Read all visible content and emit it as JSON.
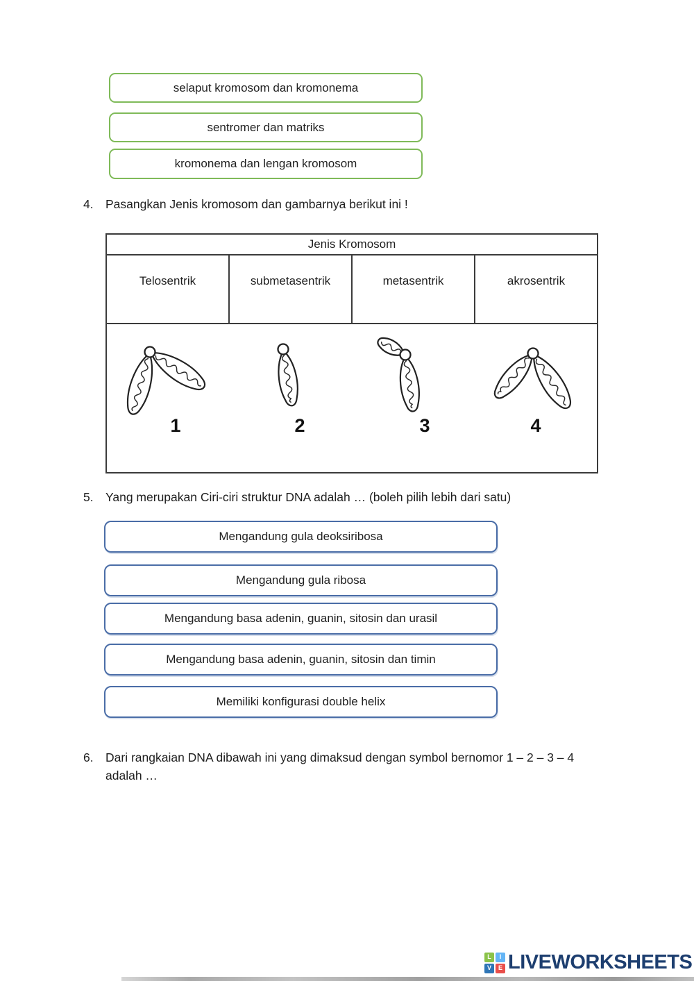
{
  "green_options": {
    "border_color": "#7fba59",
    "items": [
      {
        "label": "selaput kromosom dan kromonema"
      },
      {
        "label": "sentromer dan matriks"
      },
      {
        "label": "kromonema dan lengan kromosom"
      }
    ]
  },
  "question4": {
    "number": "4.",
    "text": "Pasangkan Jenis kromosom dan gambarnya  berikut ini !",
    "table": {
      "header": "Jenis Kromosom",
      "columns": [
        "Telosentrik",
        "submetasentrik",
        "metasentrik",
        "akrosentrik"
      ],
      "figure_labels": [
        "1",
        "2",
        "3",
        "4"
      ]
    }
  },
  "question5": {
    "number": "5.",
    "text": "Yang merupakan Ciri-ciri struktur DNA adalah … (boleh pilih lebih dari satu)",
    "border_color": "#4a6da7",
    "options": [
      "Mengandung gula deoksiribosa",
      "Mengandung gula ribosa",
      "Mengandung basa adenin, guanin, sitosin dan urasil",
      "Mengandung basa adenin, guanin, sitosin dan timin",
      "Memiliki konfigurasi double helix"
    ]
  },
  "question6": {
    "number": "6.",
    "text_line1": "Dari rangkaian DNA dibawah ini yang dimaksud dengan symbol bernomor 1 – 2 – 3 – 4",
    "text_line2": "adalah …"
  },
  "footer": {
    "logo_text": "LIVEWORKSHEETS",
    "logo_color": "#1d3e6f",
    "tiles": [
      {
        "letter": "L",
        "color": "#8bc34a"
      },
      {
        "letter": "I",
        "color": "#64b5f6"
      },
      {
        "letter": "V",
        "color": "#2e75b6"
      },
      {
        "letter": "E",
        "color": "#e94f4b"
      }
    ]
  }
}
